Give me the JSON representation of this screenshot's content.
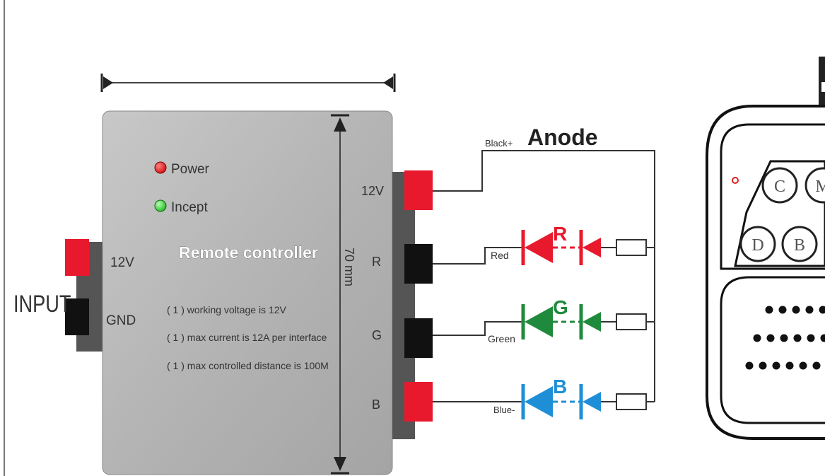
{
  "controller": {
    "input_label": "INPUT",
    "in_12v": "12V",
    "in_gnd": "GND",
    "power_label": "Power",
    "incept_label": "Incept",
    "title": "Remote controller",
    "notes": [
      "( 1 ) working voltage is 12V",
      "( 1 ) max current is 12A per interface",
      "( 1 ) max controlled distance is 100M"
    ],
    "height_dim": "70 mm",
    "out_12v": "12V",
    "out_r": "R",
    "out_g": "G",
    "out_b": "B"
  },
  "led_strip": {
    "anode_label": "Anode",
    "black_wire": "Black+",
    "red_wire": "Red",
    "green_wire": "Green",
    "blue_wire": "Blue-",
    "r_letter": "R",
    "g_letter": "G",
    "b_letter": "B"
  },
  "remote": {
    "buttons": [
      "C",
      "M",
      "D",
      "B"
    ]
  },
  "colors": {
    "red": "#e8192c",
    "green": "#1f8a3c",
    "blue": "#1e8fd6",
    "case": "#b8b8b8",
    "power_led": "#e02020",
    "incept_led": "#3ed43e"
  }
}
